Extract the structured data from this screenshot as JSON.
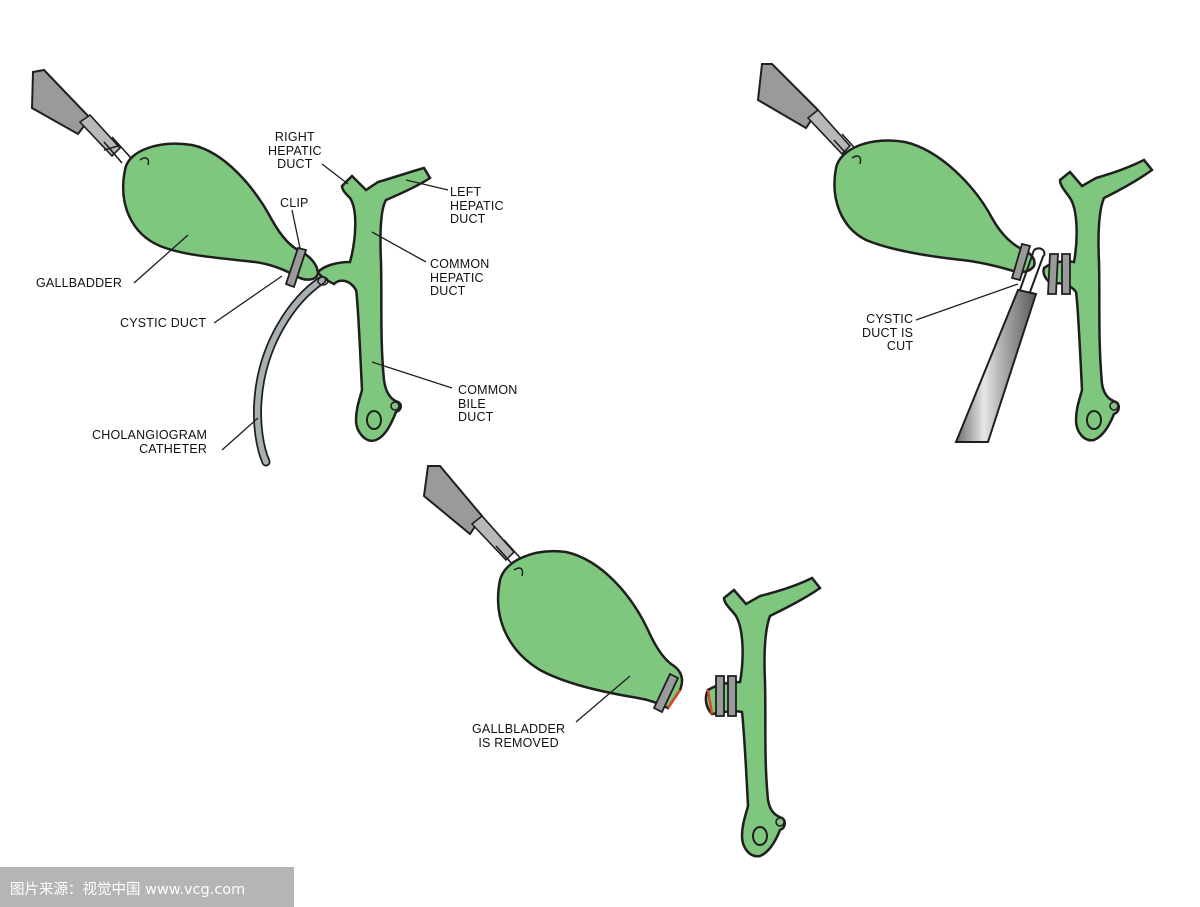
{
  "colors": {
    "organ_fill": "#7fc77f",
    "organ_outline": "#1f1f1f",
    "instrument_gray": "#9a9a9a",
    "catheter_gray": "#a8b0b4",
    "cut_edge_red": "#d9482a",
    "background": "#ffffff"
  },
  "panel_top_left": {
    "labels": {
      "right_hepatic_duct": "RIGHT\nHEPATIC\nDUCT",
      "left_hepatic_duct": "LEFT\nHEPATIC\nDUCT",
      "clip": "CLIP",
      "gallbladder": "GALLBADDER",
      "common_hepatic_duct": "COMMON\nHEPATIC\nDUCT",
      "cystic_duct": "CYSTIC DUCT",
      "common_bile_duct": "COMMON\nBILE\nDUCT",
      "cholangiogram_catheter": "CHOLANGIOGRAM\nCATHETER"
    }
  },
  "panel_top_right": {
    "labels": {
      "cystic_duct_is_cut": "CYSTIC\nDUCT IS\nCUT"
    }
  },
  "panel_bottom": {
    "labels": {
      "gallbladder_is_removed": "GALLBLADDER\nIS REMOVED"
    }
  },
  "watermark": {
    "text": "图片来源：视觉中国 www.vcg.com"
  }
}
